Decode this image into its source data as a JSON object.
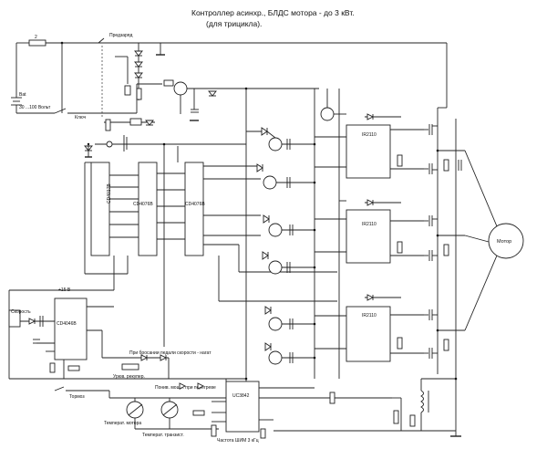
{
  "title": {
    "line1": "Контроллер асинхр., БЛДС мотора - до 3 кВт.",
    "line2": "(для трицикла)."
  },
  "labels": {
    "fuse": "2",
    "precharge": "Предзаряд",
    "battery_name": "Bat",
    "battery_voltage": "30 ...100 Вольт",
    "key": "Ключ",
    "ic_cd4017": "CD4017B",
    "ic_cd4076_a": "CD4076B",
    "ic_cd4076_b": "CD4076B",
    "ic_ir2110_1": "IR2110",
    "ic_ir2110_2": "IR2110",
    "ic_ir2110_3": "IR2110",
    "ic_cd4046": "CD4046B",
    "ic_uc3842": "UC3842",
    "plus15v": "+15 В",
    "speed": "Скорость",
    "pedal_release": "При бросании педали скорости - нагат",
    "recuperation": "Урюв. рекупер.",
    "brake": "Тормоз",
    "power_limit": "Понив. мощн. при перегреве",
    "temp_motor": "Температ. мотора",
    "temp_transistors": "Температ. транзист.",
    "pwm_freq": "Частота ШИМ 3 кГц",
    "motor": "Мотор"
  }
}
